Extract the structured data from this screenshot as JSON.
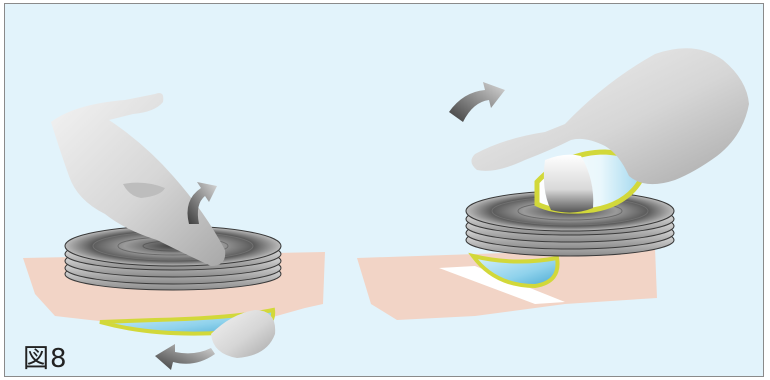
{
  "figure": {
    "caption": "図8",
    "colors": {
      "background": "#e2f3fb",
      "border": "#8a8a8a",
      "skin": "#f2d4c6",
      "disc_light": "#e6e6e6",
      "disc_dark": "#4c4c4c",
      "lens_blue": "#8fd2ec",
      "lens_rim": "#d2d83a",
      "hand": "#d9d9d9"
    }
  },
  "panels": [
    {
      "name": "left-panel",
      "icons": [
        "hand-icon",
        "lens-stack-icon",
        "skin-icon",
        "rotate-arrow-icon",
        "rotate-arrow-icon"
      ]
    },
    {
      "name": "right-panel",
      "icons": [
        "hand-icon",
        "lens-stack-icon",
        "skin-icon",
        "rotate-arrow-icon"
      ]
    }
  ]
}
